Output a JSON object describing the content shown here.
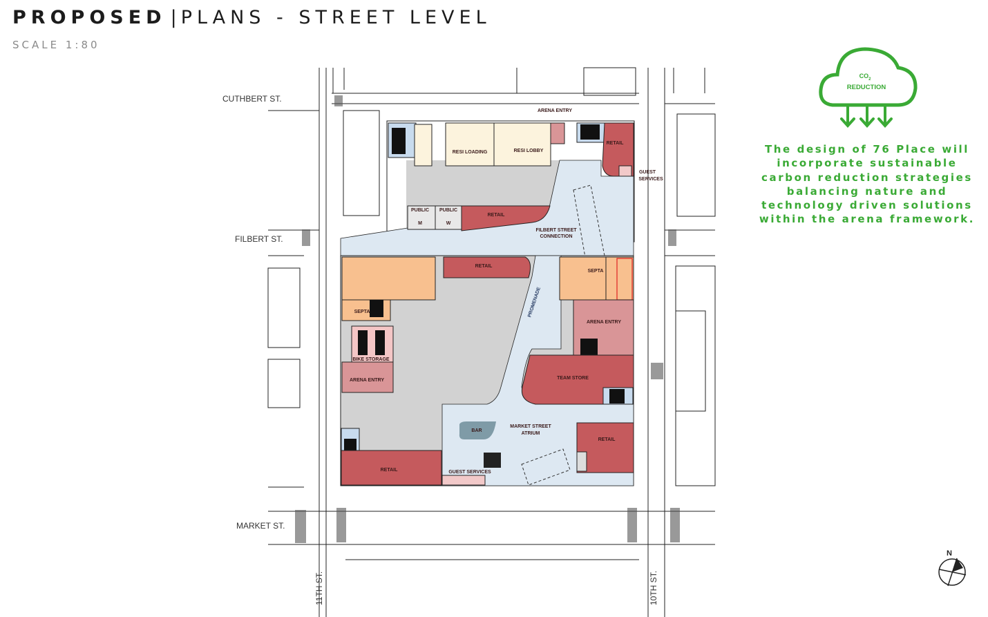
{
  "header": {
    "title_bold": "PROPOSED",
    "separator": "|",
    "title_rest": "PLANS - STREET LEVEL",
    "scale": "SCALE 1:80"
  },
  "streets": {
    "cuthbert": "CUTHBERT ST.",
    "filbert": "FILBERT ST.",
    "market": "MARKET ST.",
    "eleventh": "11TH ST.",
    "tenth": "10TH ST."
  },
  "rooms": {
    "arena_entry_top": "ARENA ENTRY",
    "resi_loading": "RESI LOADING",
    "resi_lobby": "RESI LOBBY",
    "retail_top_right": "RETAIL",
    "guest_services_top_1": "GUEST",
    "guest_services_top_2": "SERVICES",
    "public_m": "PUBLIC",
    "public_m_letter": "M",
    "public_w": "PUBLIC",
    "public_w_letter": "W",
    "retail_filbert": "RETAIL",
    "filbert_connection_1": "FILBERT STREET",
    "filbert_connection_2": "CONNECTION",
    "retail_mid": "RETAIL",
    "septa_left": "SEPTA",
    "septa_right": "SEPTA",
    "promenade": "PROMENADE",
    "arena_entry_right": "ARENA ENTRY",
    "bike_storage": "BIKE STORAGE",
    "arena_entry_left": "ARENA ENTRY",
    "team_store": "TEAM STORE",
    "bar": "BAR",
    "market_atrium_1": "MARKET STREET",
    "market_atrium_2": "ATRIUM",
    "retail_bottom_right": "RETAIL",
    "retail_bottom_left": "RETAIL",
    "guest_services_bottom": "GUEST SERVICES"
  },
  "sustainability": {
    "icon": "co2-reduction-cloud-icon",
    "icon_co": "CO",
    "icon_sub": "2",
    "icon_label": "REDUCTION",
    "lines": [
      "The design of 76 Place will",
      "incorporate sustainable",
      "carbon reduction strategies",
      "balancing nature and",
      "technology driven solutions",
      "within the arena framework."
    ],
    "color": "#3aaa35"
  },
  "compass": {
    "label": "N"
  },
  "colors": {
    "retail": "#c55a5d",
    "arena_entry": "#d99597",
    "septa": "#f8c08f",
    "residential": "#fcf3dd",
    "circulation": "#dde8f2",
    "back_of_house": "#d2d2d2",
    "bar": "#7f9ba7"
  }
}
